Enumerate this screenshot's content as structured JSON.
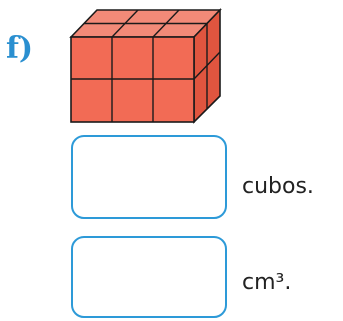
{
  "item": {
    "label": "f)",
    "accent_color": "#2a8fd0"
  },
  "figure": {
    "description_icon": "cube-stack-icon",
    "layout_cubes": {
      "columns": 3,
      "rows": 2,
      "depth": 2
    },
    "face_color": "#f26b55",
    "top_color": "#f28a78",
    "side_color": "#e0553f",
    "edge_color": "#1a1a1a"
  },
  "answers": [
    {
      "value": "",
      "unit": "cubos."
    },
    {
      "value": "",
      "unit": "cm³."
    }
  ],
  "box_color": "#2d9ad8"
}
